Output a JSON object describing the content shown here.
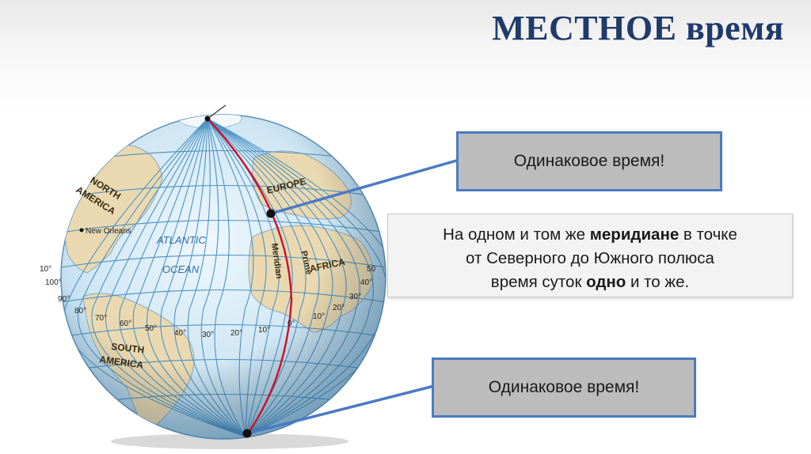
{
  "title": "МЕСТНОЕ время",
  "callouts": {
    "top": "Одинаковое время!",
    "bottom": "Одинаковое время!"
  },
  "info": {
    "line1_pre": "На одном и том же ",
    "line1_bold": "меридиане",
    "line1_post": " в точке",
    "line2": "от Северного до Южного полюса",
    "line3_pre": "время суток ",
    "line3_bold": "одно",
    "line3_post": " и то же."
  },
  "globe": {
    "continents": {
      "north_america_1": "NORTH",
      "north_america_2": "AMERICA",
      "south_america_1": "SOUTH",
      "south_america_2": "AMERICA",
      "europe": "EUROPE",
      "africa": "AFRICA",
      "ocean_1": "ATLANTIC",
      "ocean_2": "OCEAN"
    },
    "city": "New Orleans",
    "meridian_1": "Prime",
    "meridian_2": "Meridian",
    "degrees": {
      "d10w_a": "10°",
      "d100": "100°",
      "d90": "90°",
      "d80": "80°",
      "d70": "70°",
      "d60": "60°",
      "d50": "50°",
      "d40": "40°",
      "d30": "30°",
      "d20": "20°",
      "d10": "10°",
      "d0": "0°",
      "d10e": "10°",
      "d20e": "20°",
      "d30e": "30°",
      "d40e": "40°",
      "d50e": "50"
    },
    "colors": {
      "ocean": "#cfe6f3",
      "land": "#ead9b0",
      "grid": "#4d93c4",
      "meridian": "#c8102e",
      "connector": "#4a7bc4"
    }
  }
}
